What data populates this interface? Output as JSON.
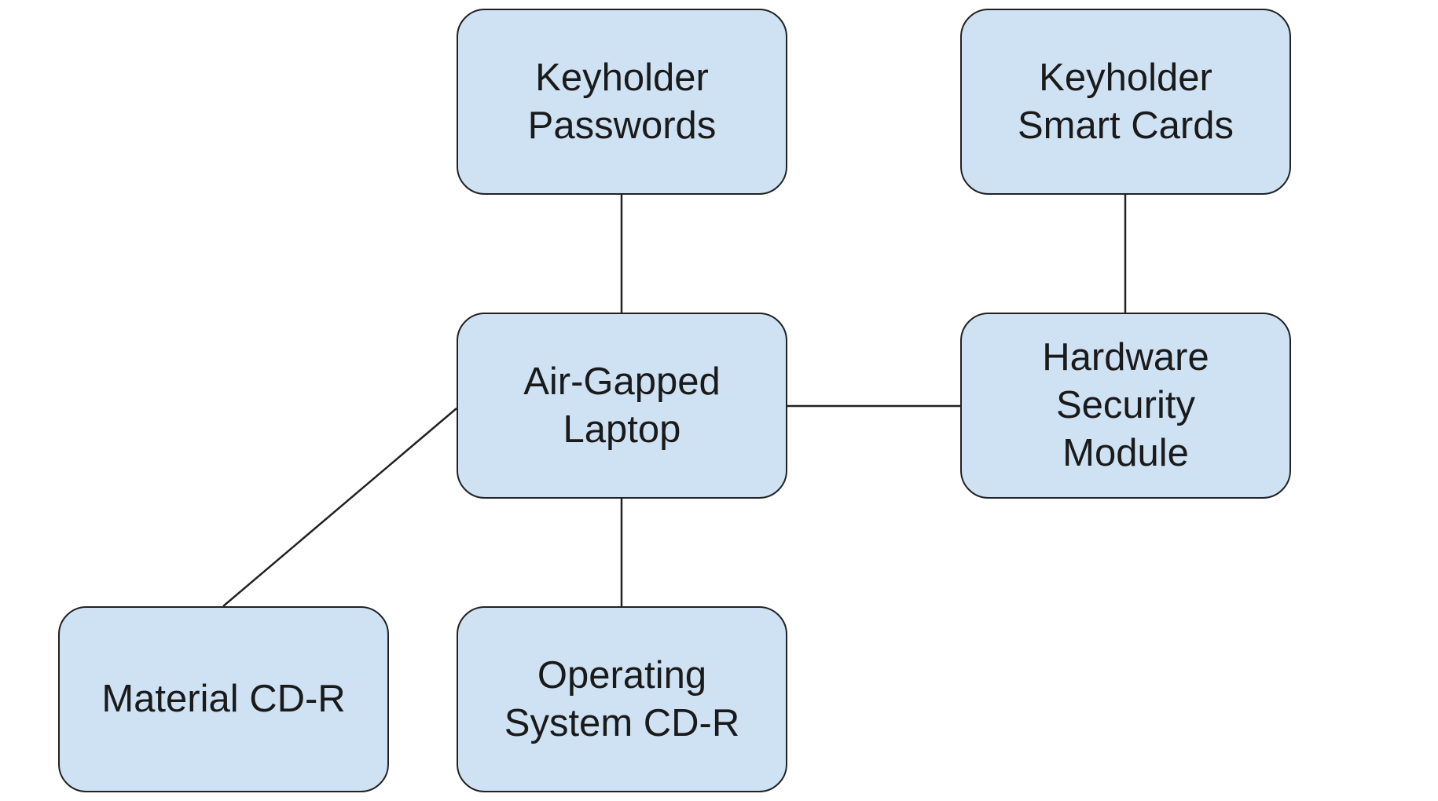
{
  "nodes": {
    "keyholder_passwords": "Keyholder\nPasswords",
    "keyholder_smart_cards": "Keyholder\nSmart Cards",
    "air_gapped_laptop": "Air-Gapped\nLaptop",
    "hardware_security_module": "Hardware\nSecurity\nModule",
    "material_cd_r": "Material CD-R",
    "operating_system_cd_r": "Operating\nSystem CD-R"
  },
  "edges": [
    {
      "from": "keyholder_passwords",
      "to": "air_gapped_laptop"
    },
    {
      "from": "keyholder_smart_cards",
      "to": "hardware_security_module"
    },
    {
      "from": "air_gapped_laptop",
      "to": "hardware_security_module"
    },
    {
      "from": "air_gapped_laptop",
      "to": "material_cd_r"
    },
    {
      "from": "air_gapped_laptop",
      "to": "operating_system_cd_r"
    }
  ],
  "colors": {
    "node_fill": "#cfe2f3",
    "node_border": "#222222",
    "edge": "#222222"
  }
}
